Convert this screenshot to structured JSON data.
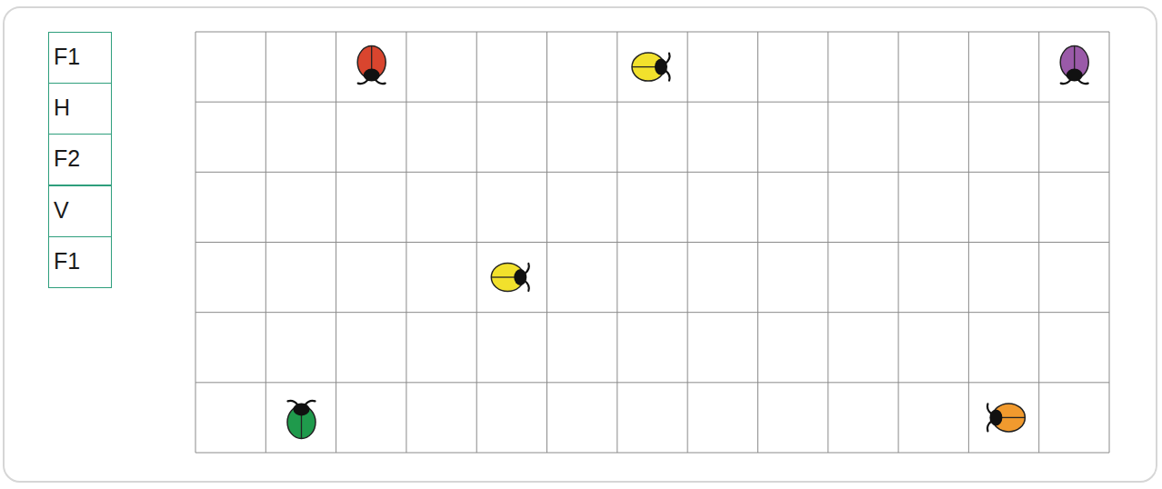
{
  "diagram": {
    "nodes": [
      {
        "text": [
          "F1"
        ]
      },
      {
        "text": [
          "H"
        ]
      },
      {
        "text": [
          "F2"
        ]
      },
      {
        "text": [
          "V"
        ]
      },
      {
        "text": [
          "F1"
        ]
      }
    ]
  }
}
